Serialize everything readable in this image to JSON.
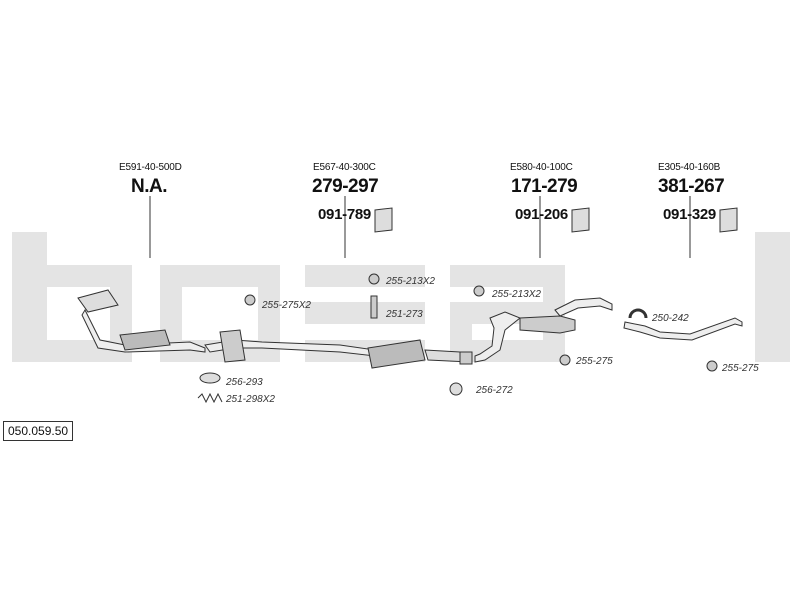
{
  "diagram_id": "050.059.50",
  "watermark": "bosal",
  "sections": [
    {
      "ref": "E591-40-500D",
      "main": "N.A.",
      "sub": ""
    },
    {
      "ref": "E567-40-300C",
      "main": "279-297",
      "sub": "091-789"
    },
    {
      "ref": "E580-40-100C",
      "main": "171-279",
      "sub": "091-206"
    },
    {
      "ref": "E305-40-160B",
      "main": "381-267",
      "sub": "091-329"
    }
  ],
  "parts": {
    "p255_275x2": "255-275X2",
    "p256_293": "256-293",
    "p251_298x2": "251-298X2",
    "p255_213x2_a": "255-213X2",
    "p251_273": "251-273",
    "p256_272": "256-272",
    "p255_213x2_b": "255-213X2",
    "p255_275_a": "255-275",
    "p250_242": "250-242",
    "p255_275_b": "255-275"
  },
  "colors": {
    "watermark": "#e4e4e4",
    "line": "#333333",
    "part_fill": "#cccccc"
  }
}
